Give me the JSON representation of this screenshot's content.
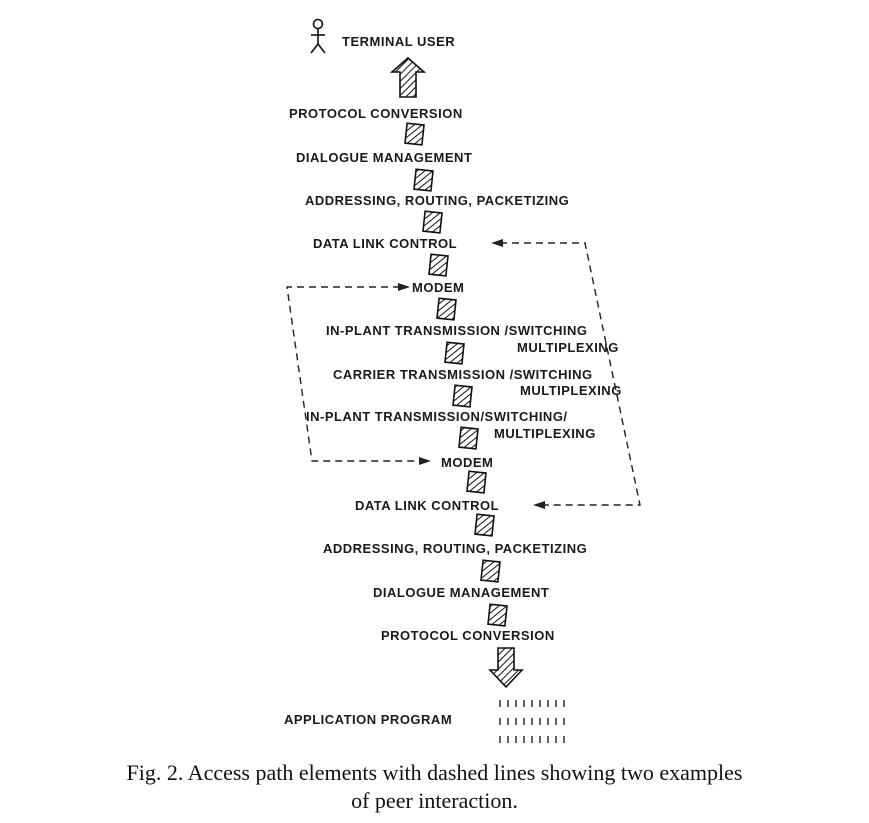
{
  "diagram": {
    "top_label": "TERMINAL USER",
    "bottom_label": "APPLICATION PROGRAM",
    "layers": [
      {
        "text": "PROTOCOL CONVERSION"
      },
      {
        "text": "DIALOGUE MANAGEMENT"
      },
      {
        "text": "ADDRESSING, ROUTING, PACKETIZING"
      },
      {
        "text": "DATA LINK CONTROL"
      },
      {
        "text": "MODEM"
      },
      {
        "text": "IN-PLANT TRANSMISSION /SWITCHING",
        "text2": "MULTIPLEXING"
      },
      {
        "text": "CARRIER TRANSMISSION /SWITCHING",
        "text2": "MULTIPLEXING"
      },
      {
        "text": "IN-PLANT TRANSMISSION/SWITCHING/",
        "text2": "MULTIPLEXING"
      },
      {
        "text": "MODEM"
      },
      {
        "text": "DATA LINK CONTROL"
      },
      {
        "text": "ADDRESSING, ROUTING, PACKETIZING"
      },
      {
        "text": "DIALOGUE MANAGEMENT"
      },
      {
        "text": "PROTOCOL CONVERSION"
      }
    ]
  },
  "caption": {
    "line1": "Fig. 2.    Access path elements with dashed lines showing two examples",
    "line2": "of peer interaction."
  }
}
